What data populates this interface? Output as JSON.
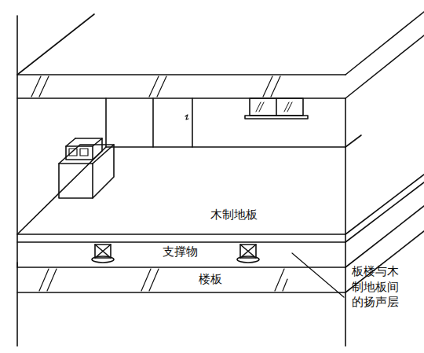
{
  "diagram": {
    "labels": [
      "木制地板",
      "支撑物",
      "楼板",
      "板楼与木制地板间的扬声层"
    ]
  }
}
